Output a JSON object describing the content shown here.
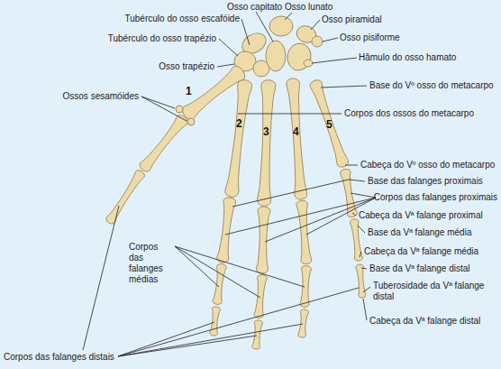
{
  "diagram": {
    "labels": [
      "Osso capitato",
      "Tubérculo do osso escafóide",
      "Osso lunato",
      "Osso piramidal",
      "Tubérculo do osso trapézio",
      "Osso pisiforme",
      "Osso trapézio",
      "Hâmulo do osso hamato",
      "1",
      "Base do Vº osso do metacarpo",
      "Ossos sesamóides",
      "2",
      "3",
      "4",
      "5",
      "Corpos dos ossos do metacarpo",
      "Cabeça do Vº osso do metacarpo",
      "Base das falanges proximais",
      "Corpos das falanges proximais",
      "Cabeça da Vª falange proximal",
      "Base da Vª falange média",
      "Corpos das falanges médias",
      "Cabeça da Vª falange média",
      "Base da Vª falange distal",
      "Tuberosidade da Vª falange distal",
      "Cabeça da Vª falange distal",
      "Corpos das falanges distais"
    ]
  }
}
